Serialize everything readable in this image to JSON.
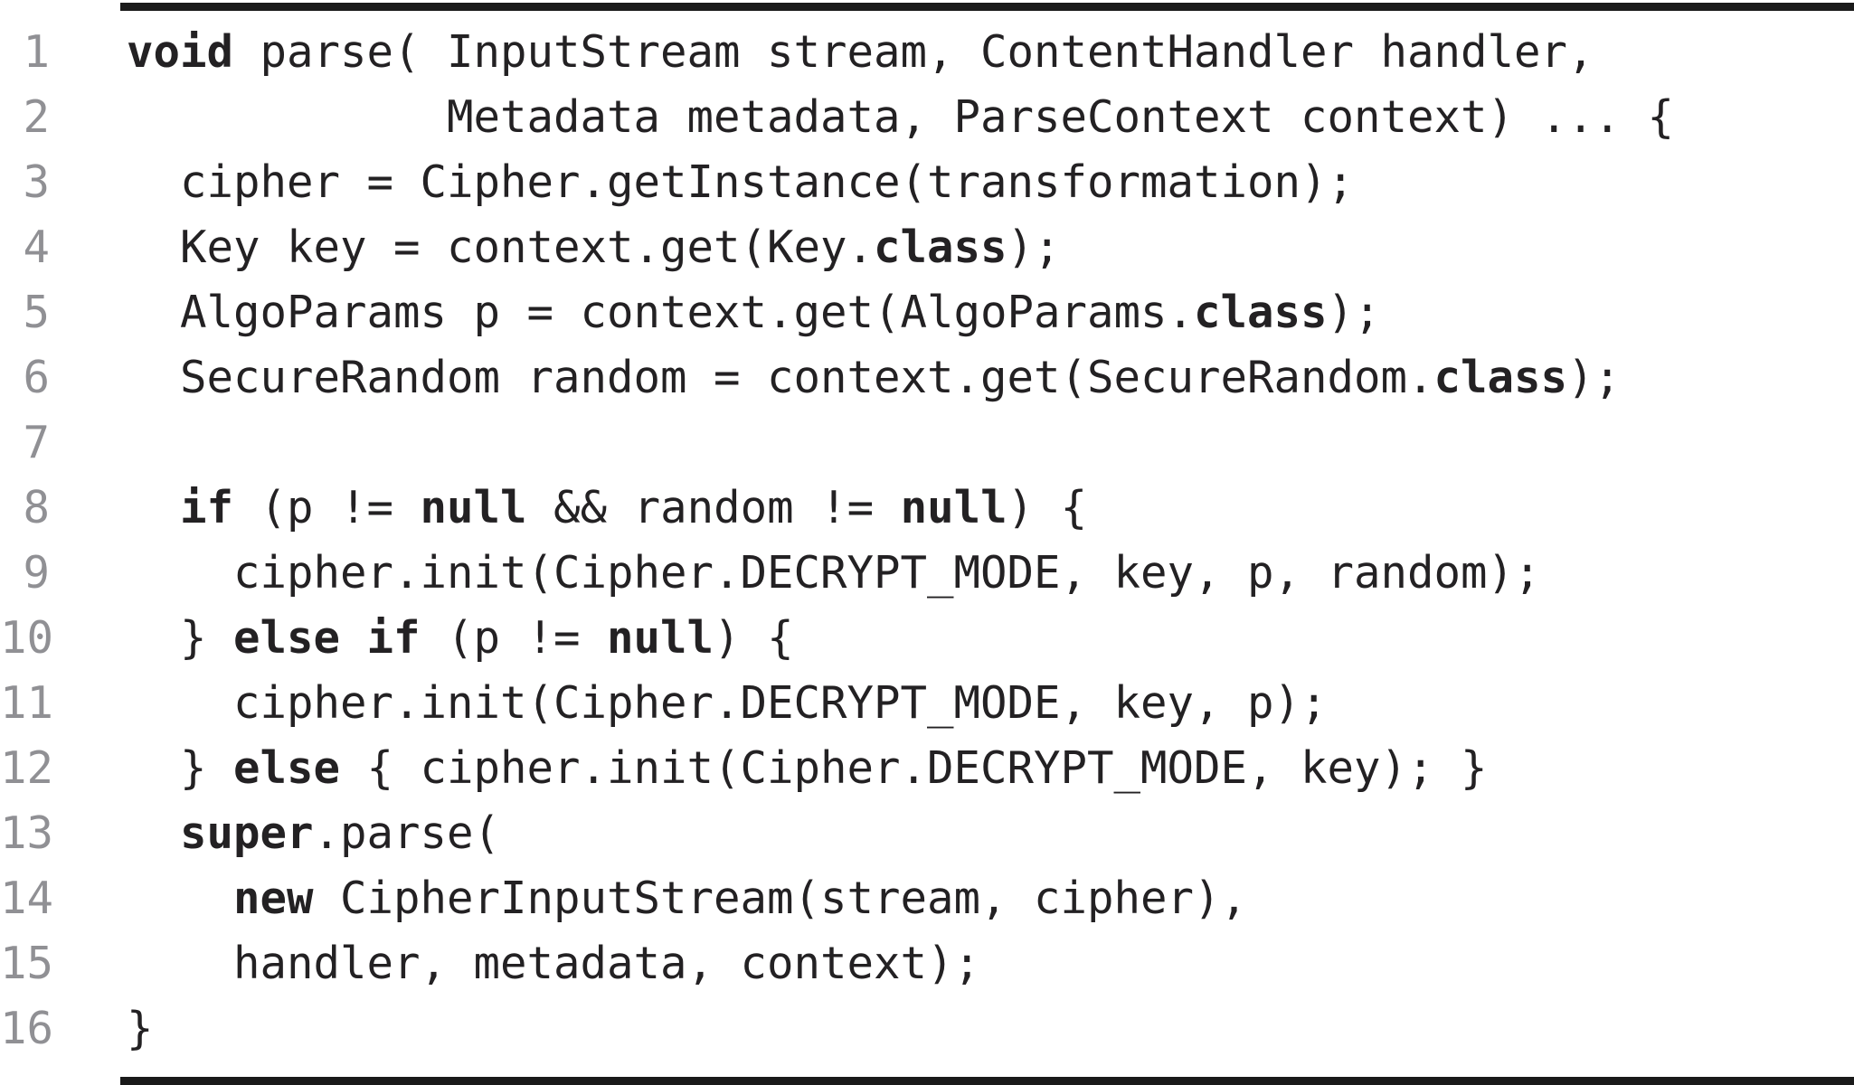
{
  "page": {
    "background": "#ffffff",
    "rule_color": "#1a1a1a"
  },
  "code": {
    "number_color": "#909094",
    "text_color": "#232123",
    "lines": [
      {
        "n": "1",
        "segments": [
          {
            "t": "void",
            "b": true
          },
          {
            "t": " parse( InputStream stream, ContentHandler handler,",
            "b": false
          }
        ]
      },
      {
        "n": "2",
        "segments": [
          {
            "t": "            Metadata metadata, ParseContext context) ... {",
            "b": false
          }
        ]
      },
      {
        "n": "3",
        "segments": [
          {
            "t": "  cipher = Cipher.getInstance(transformation);",
            "b": false
          }
        ]
      },
      {
        "n": "4",
        "segments": [
          {
            "t": "  Key key = context.get(Key.",
            "b": false
          },
          {
            "t": "class",
            "b": true
          },
          {
            "t": ");",
            "b": false
          }
        ]
      },
      {
        "n": "5",
        "segments": [
          {
            "t": "  AlgoParams p = context.get(AlgoParams.",
            "b": false
          },
          {
            "t": "class",
            "b": true
          },
          {
            "t": ");",
            "b": false
          }
        ]
      },
      {
        "n": "6",
        "segments": [
          {
            "t": "  SecureRandom random = context.get(SecureRandom.",
            "b": false
          },
          {
            "t": "class",
            "b": true
          },
          {
            "t": ");",
            "b": false
          }
        ]
      },
      {
        "n": "7",
        "segments": []
      },
      {
        "n": "8",
        "segments": [
          {
            "t": "  ",
            "b": false
          },
          {
            "t": "if",
            "b": true
          },
          {
            "t": " (p != ",
            "b": false
          },
          {
            "t": "null",
            "b": true
          },
          {
            "t": " && random != ",
            "b": false
          },
          {
            "t": "null",
            "b": true
          },
          {
            "t": ") {",
            "b": false
          }
        ]
      },
      {
        "n": "9",
        "segments": [
          {
            "t": "    cipher.init(Cipher.DECRYPT_MODE, key, p, random);",
            "b": false
          }
        ]
      },
      {
        "n": "10",
        "segments": [
          {
            "t": "  } ",
            "b": false
          },
          {
            "t": "else if",
            "b": true
          },
          {
            "t": " (p != ",
            "b": false
          },
          {
            "t": "null",
            "b": true
          },
          {
            "t": ") {",
            "b": false
          }
        ]
      },
      {
        "n": "11",
        "segments": [
          {
            "t": "    cipher.init(Cipher.DECRYPT_MODE, key, p);",
            "b": false
          }
        ]
      },
      {
        "n": "12",
        "segments": [
          {
            "t": "  } ",
            "b": false
          },
          {
            "t": "else",
            "b": true
          },
          {
            "t": " { cipher.init(Cipher.DECRYPT_MODE, key); }",
            "b": false
          }
        ]
      },
      {
        "n": "13",
        "segments": [
          {
            "t": "  ",
            "b": false
          },
          {
            "t": "super",
            "b": true
          },
          {
            "t": ".parse(",
            "b": false
          }
        ]
      },
      {
        "n": "14",
        "segments": [
          {
            "t": "    ",
            "b": false
          },
          {
            "t": "new",
            "b": true
          },
          {
            "t": " CipherInputStream(stream, cipher),",
            "b": false
          }
        ]
      },
      {
        "n": "15",
        "segments": [
          {
            "t": "    handler, metadata, context);",
            "b": false
          }
        ]
      },
      {
        "n": "16",
        "segments": [
          {
            "t": "}",
            "b": false
          }
        ]
      }
    ]
  }
}
